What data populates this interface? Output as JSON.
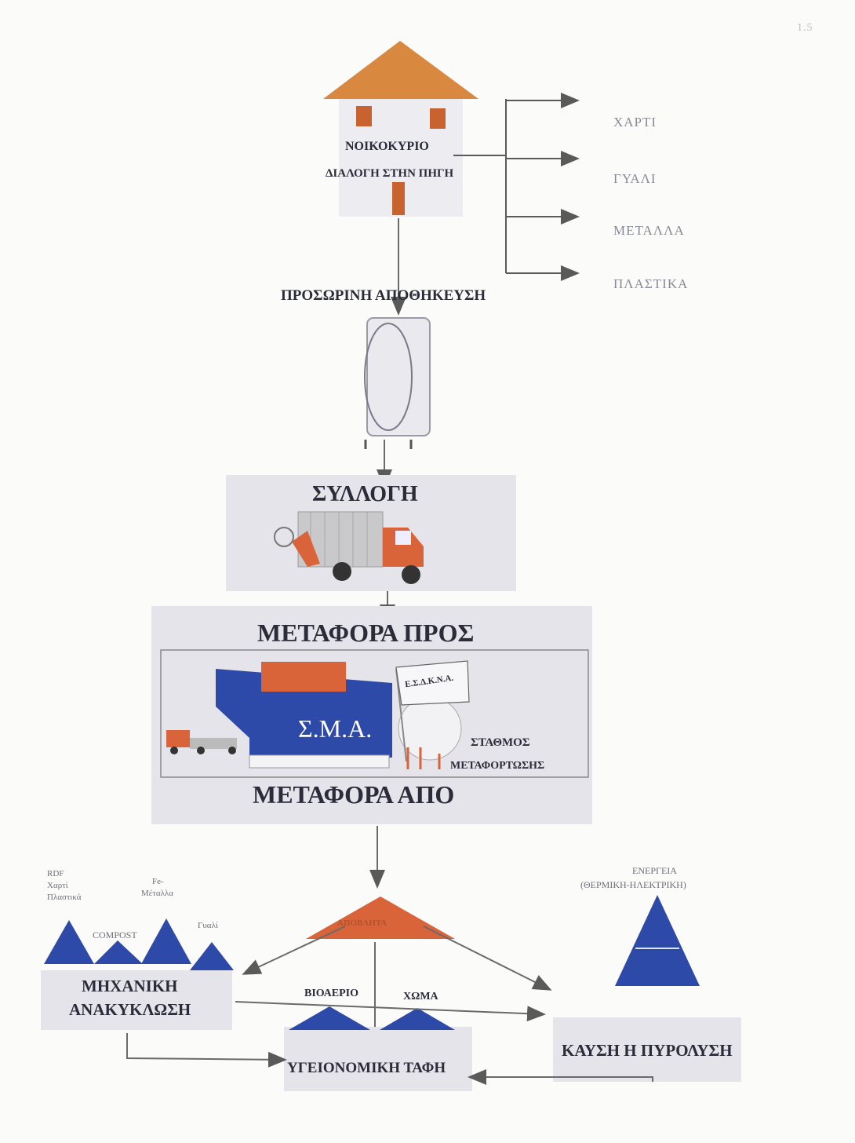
{
  "page_mark": "1.5",
  "household": {
    "title": "ΝΟΙΚΟΚΥΡΙΟ",
    "subtitle": "ΔΙΑΛΟΓΗ ΣΤΗΝ ΠΗΓΗ"
  },
  "sorted_materials": [
    "ΧΑΡΤΙ",
    "ΓΥΑΛΙ",
    "ΜΕΤΑΛΛΑ",
    "ΠΛΑΣΤΙΚΑ"
  ],
  "temp_storage": "ΠΡΟΣΩΡΙΝΗ ΑΠΟΘΗΚΕΥΣΗ",
  "collection": "ΣΥΛΛΟΓΗ",
  "transfer": {
    "to": "ΜΕΤΑΦΟΡΑ ΠΡΟΣ",
    "from": "ΜΕΤΑΦΟΡΑ ΑΠΟ",
    "building": "Σ.Μ.Α.",
    "flag": "Ε.Σ.Δ.Κ.Ν.Α.",
    "station_line1": "ΣΤΑΘΜΟΣ",
    "station_line2": "ΜΕΤΑΦΟΡΤΩΣΗΣ"
  },
  "center_pyramid": "ΑΠΟΒΛΗΤΑ",
  "mechanical": {
    "line1": "ΜΗΧΑΝΙΚΗ",
    "line2": "ΑΝΑΚΥΚΛΩΣΗ",
    "label_a": [
      "RDF",
      "Χαρτί",
      "Πλαστικά"
    ],
    "label_b": [
      "Fe-",
      "Μέταλλα"
    ],
    "compost": "COMPOST",
    "glass": "Γυαλί"
  },
  "landfill": {
    "title": "ΥΓΕΙΟΝΟΜΙΚΗ ΤΑΦΗ",
    "biogas": "ΒΙΟΑΕΡΙΟ",
    "compost": "ΧΩΜΑ"
  },
  "energy": {
    "line1": "ΕΝΕΡΓΕΙΑ",
    "line2": "(ΘΕΡΜΙΚΗ-ΗΛΕΚΤΡΙΚΗ)"
  },
  "combustion": "ΚΑΥΣΗ Η ΠΥΡΟΛΥΣΗ",
  "colors": {
    "blue": "#2e4aa8",
    "orange": "#d9683a",
    "panel": "#e6e6ea",
    "text": "#2b2b3a"
  }
}
